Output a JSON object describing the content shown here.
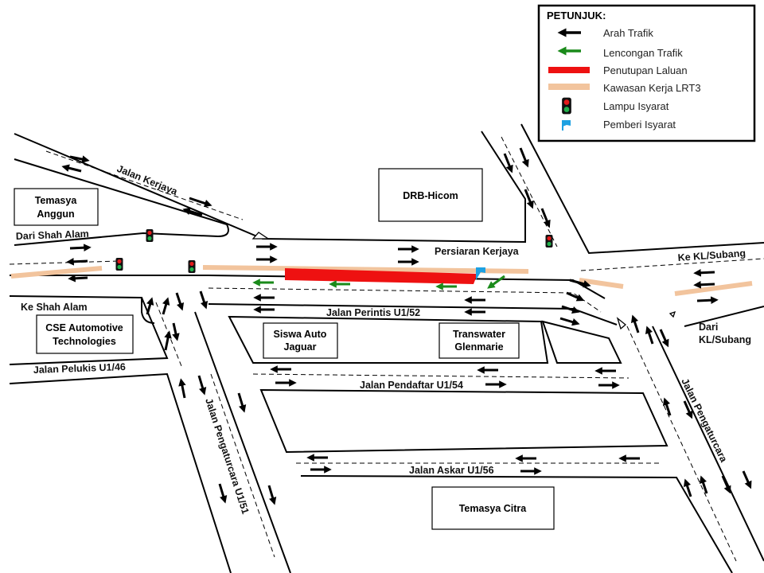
{
  "legend": {
    "title": "PETUNJUK:",
    "items": [
      {
        "key": "traffic",
        "label": "Arah Trafik",
        "icon": "black-arrow-icon",
        "color": "#000000"
      },
      {
        "key": "diversion",
        "label": "Lencongan Trafik",
        "icon": "green-arrow-icon",
        "color": "#1a8a1a"
      },
      {
        "key": "closure",
        "label": "Penutupan Laluan",
        "icon": "red-bar-icon",
        "color": "#ee1111"
      },
      {
        "key": "worksite",
        "label": "Kawasan Kerja LRT3",
        "icon": "tan-bar-icon",
        "color": "#f2c49d"
      },
      {
        "key": "signal",
        "label": "Lampu Isyarat",
        "icon": "traffic-light-icon",
        "color": "#000000"
      },
      {
        "key": "flagman",
        "label": "Pemberi Isyarat",
        "icon": "flag-icon",
        "color": "#1da1e2"
      }
    ]
  },
  "roads": {
    "kerjaya": "Jalan Kerjaya",
    "persiaran": "Persiaran Kerjaya",
    "perintis": "Jalan Perintis U1/52",
    "pendaftar": "Jalan Pendaftar U1/54",
    "askar": "Jalan Askar U1/56",
    "pelukis": "Jalan Pelukis U1/46",
    "pengaturcara_u151": "Jalan Pengaturcara U1/51",
    "pengaturcara": "Jalan Pengaturcara"
  },
  "directions": {
    "from_shah_alam": "Dari Shah Alam",
    "to_shah_alam": "Ke Shah Alam",
    "to_kl_subang": "Ke KL/Subang",
    "from_kl_subang_1": "Dari",
    "from_kl_subang_2": "KL/Subang"
  },
  "buildings": {
    "temasya_anggun_1": "Temasya",
    "temasya_anggun_2": "Anggun",
    "drb_hicom": "DRB-Hicom",
    "cse_1": "CSE Automotive",
    "cse_2": "Technologies",
    "siswa_1": "Siswa Auto",
    "siswa_2": "Jaguar",
    "transwater_1": "Transwater",
    "transwater_2": "Glenmarie",
    "temasya_citra": "Temasya Citra"
  },
  "colors": {
    "closure": "#ee1111",
    "worksite": "#f2c49d",
    "diversion": "#1a8a1a",
    "flag": "#1da1e2"
  }
}
